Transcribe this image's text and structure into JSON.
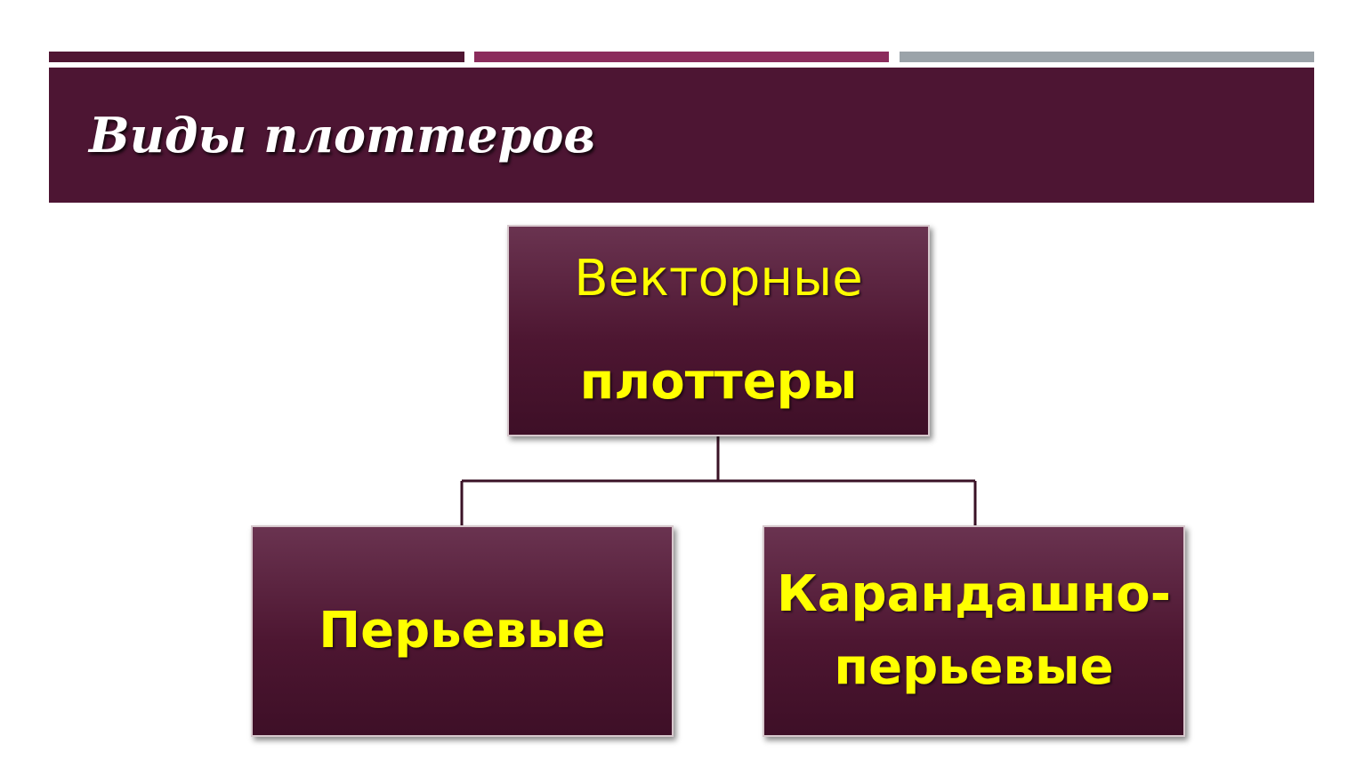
{
  "colors": {
    "accent_dark": "#4f1532",
    "accent_mid": "#8b2c5c",
    "accent_grey": "#9ba3a9",
    "title_band": "#4d1533",
    "node_text": "#ffff00",
    "connector": "#3a1226"
  },
  "header": {
    "title": "Виды плоттеров"
  },
  "diagram": {
    "root": {
      "line1": "Векторные",
      "line2": "плоттеры"
    },
    "children": [
      {
        "line1": "Перьевые"
      },
      {
        "line1": "Карандашно-",
        "line2": "перьевые"
      }
    ]
  }
}
